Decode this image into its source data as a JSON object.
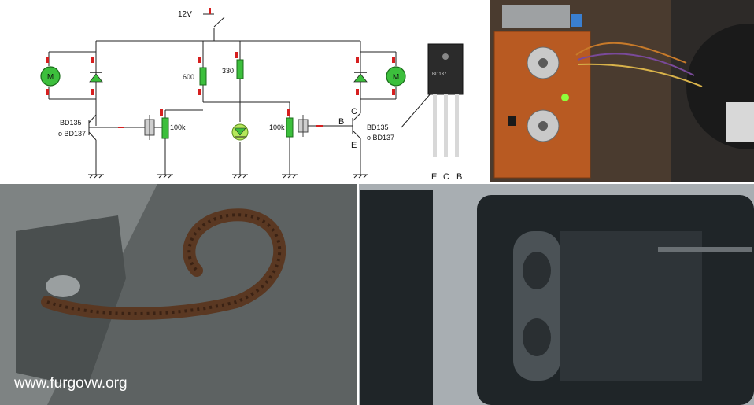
{
  "schematic": {
    "supply_label": "12V",
    "left_transistor_label_1": "BD135",
    "left_transistor_label_2": "o BD137",
    "right_transistor_label_1": "BD135",
    "right_transistor_label_2": "o BD137",
    "resistor_left": "600",
    "resistor_right": "330",
    "pot_left": "100k",
    "pot_right": "100k",
    "pin_base": "B",
    "pin_collector": "C",
    "pin_emitter": "E",
    "motor_left": "M",
    "motor_right": "M",
    "component_marks": {
      "green": "#3cbf3c",
      "red": "#d61f1f",
      "led": "#b5e85a"
    }
  },
  "transistor_package": {
    "marking": "BD137",
    "pin_labels": [
      "E",
      "C",
      "B"
    ]
  },
  "watermark": "www.furgovw.org",
  "photos": [
    {
      "subject": "perfboard",
      "colors": {
        "board": "#b85a22",
        "led": "#8fff3a"
      }
    },
    {
      "subject": "rebar",
      "colors": {
        "rust": "#5a3822",
        "panel": "#6c7070"
      }
    },
    {
      "subject": "van-window",
      "colors": {
        "body": "#a8aeb2",
        "glass": "#1f2528"
      }
    }
  ]
}
